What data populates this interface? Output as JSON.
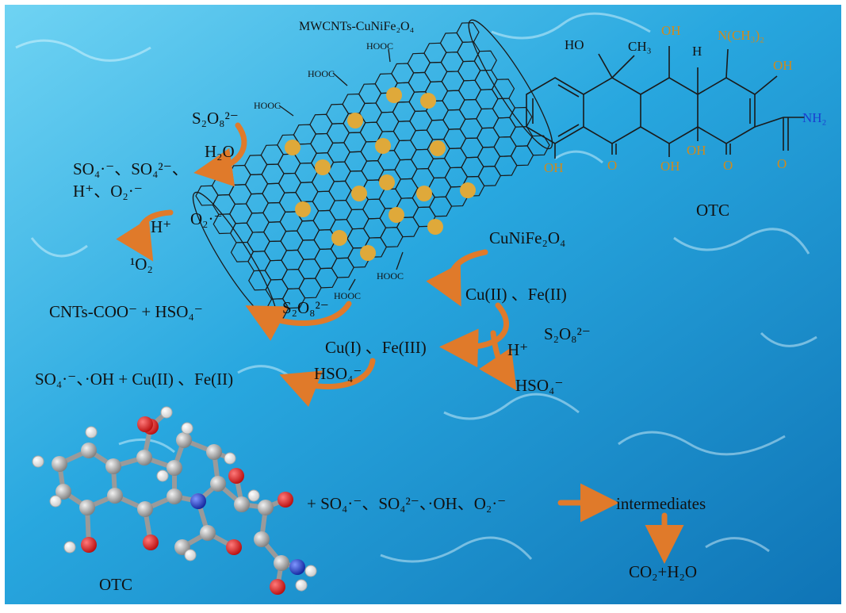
{
  "colors": {
    "water_light": "#6fd3f3",
    "water_mid": "#28a7df",
    "water_dark": "#0f74b6",
    "arrow": "#e07a2a",
    "particle": "#dfa93a",
    "oxygen_atom": "#e51414",
    "nitrogen_atom": "#1836c8",
    "carbon_atom": "#a8a8a8",
    "hydrogen_atom": "#ffffff",
    "struct_orange": "#d08a1c",
    "struct_blue": "#1a3fd0"
  },
  "catalyst": {
    "title": "MWCNTs-CuNiFe₂O₄",
    "cooh": [
      "HOOC",
      "HOOC",
      "HOOC",
      "HOOC",
      "HOOC"
    ]
  },
  "structure": {
    "name": "OTC",
    "atoms": {
      "oh_a": "HO",
      "ch3": "CH₃",
      "oh_b": "OH",
      "h": "H",
      "nme2": "N(CH₃)₂",
      "oh_c": "OH",
      "nh2": "NH₂",
      "oh_d": "OH",
      "o_1": "O",
      "oh_e": "OH",
      "oh_f": "OH",
      "o_2": "O",
      "o_3": "O"
    }
  },
  "reactions": {
    "s2o8_top": "S₂O₈²⁻",
    "h2o": "H₂O",
    "products_line1": "SO₄·⁻、SO₄²⁻、",
    "products_line2": "H⁺、O₂·⁻",
    "h_plus_left": "H⁺",
    "o2_radical": "O₂·⁻",
    "singlet_o2": "¹O₂",
    "cnts_coo": "CNTs-COO⁻ + HSO₄⁻",
    "s2o8_bottom": "S₂O₈²⁻",
    "cunife2o4": "CuNiFe₂O₄",
    "cu2_fe2": "Cu(II) 、Fe(II)",
    "s2o8_right": "S₂O₈²⁻",
    "h_plus_right": "H⁺",
    "hso4_right": "HSO₄⁻",
    "cu1_fe3": "Cu(I) 、Fe(III)",
    "hso4_mid": "HSO₄⁻",
    "radicals_line": "SO₄·⁻、·OH  + Cu(II) 、Fe(II)",
    "degradation": "+ SO₄·⁻、SO₄²⁻、·OH、O₂·⁻",
    "intermediates": "intermediates",
    "final": "CO₂+H₂O",
    "otc_model_label": "OTC"
  }
}
